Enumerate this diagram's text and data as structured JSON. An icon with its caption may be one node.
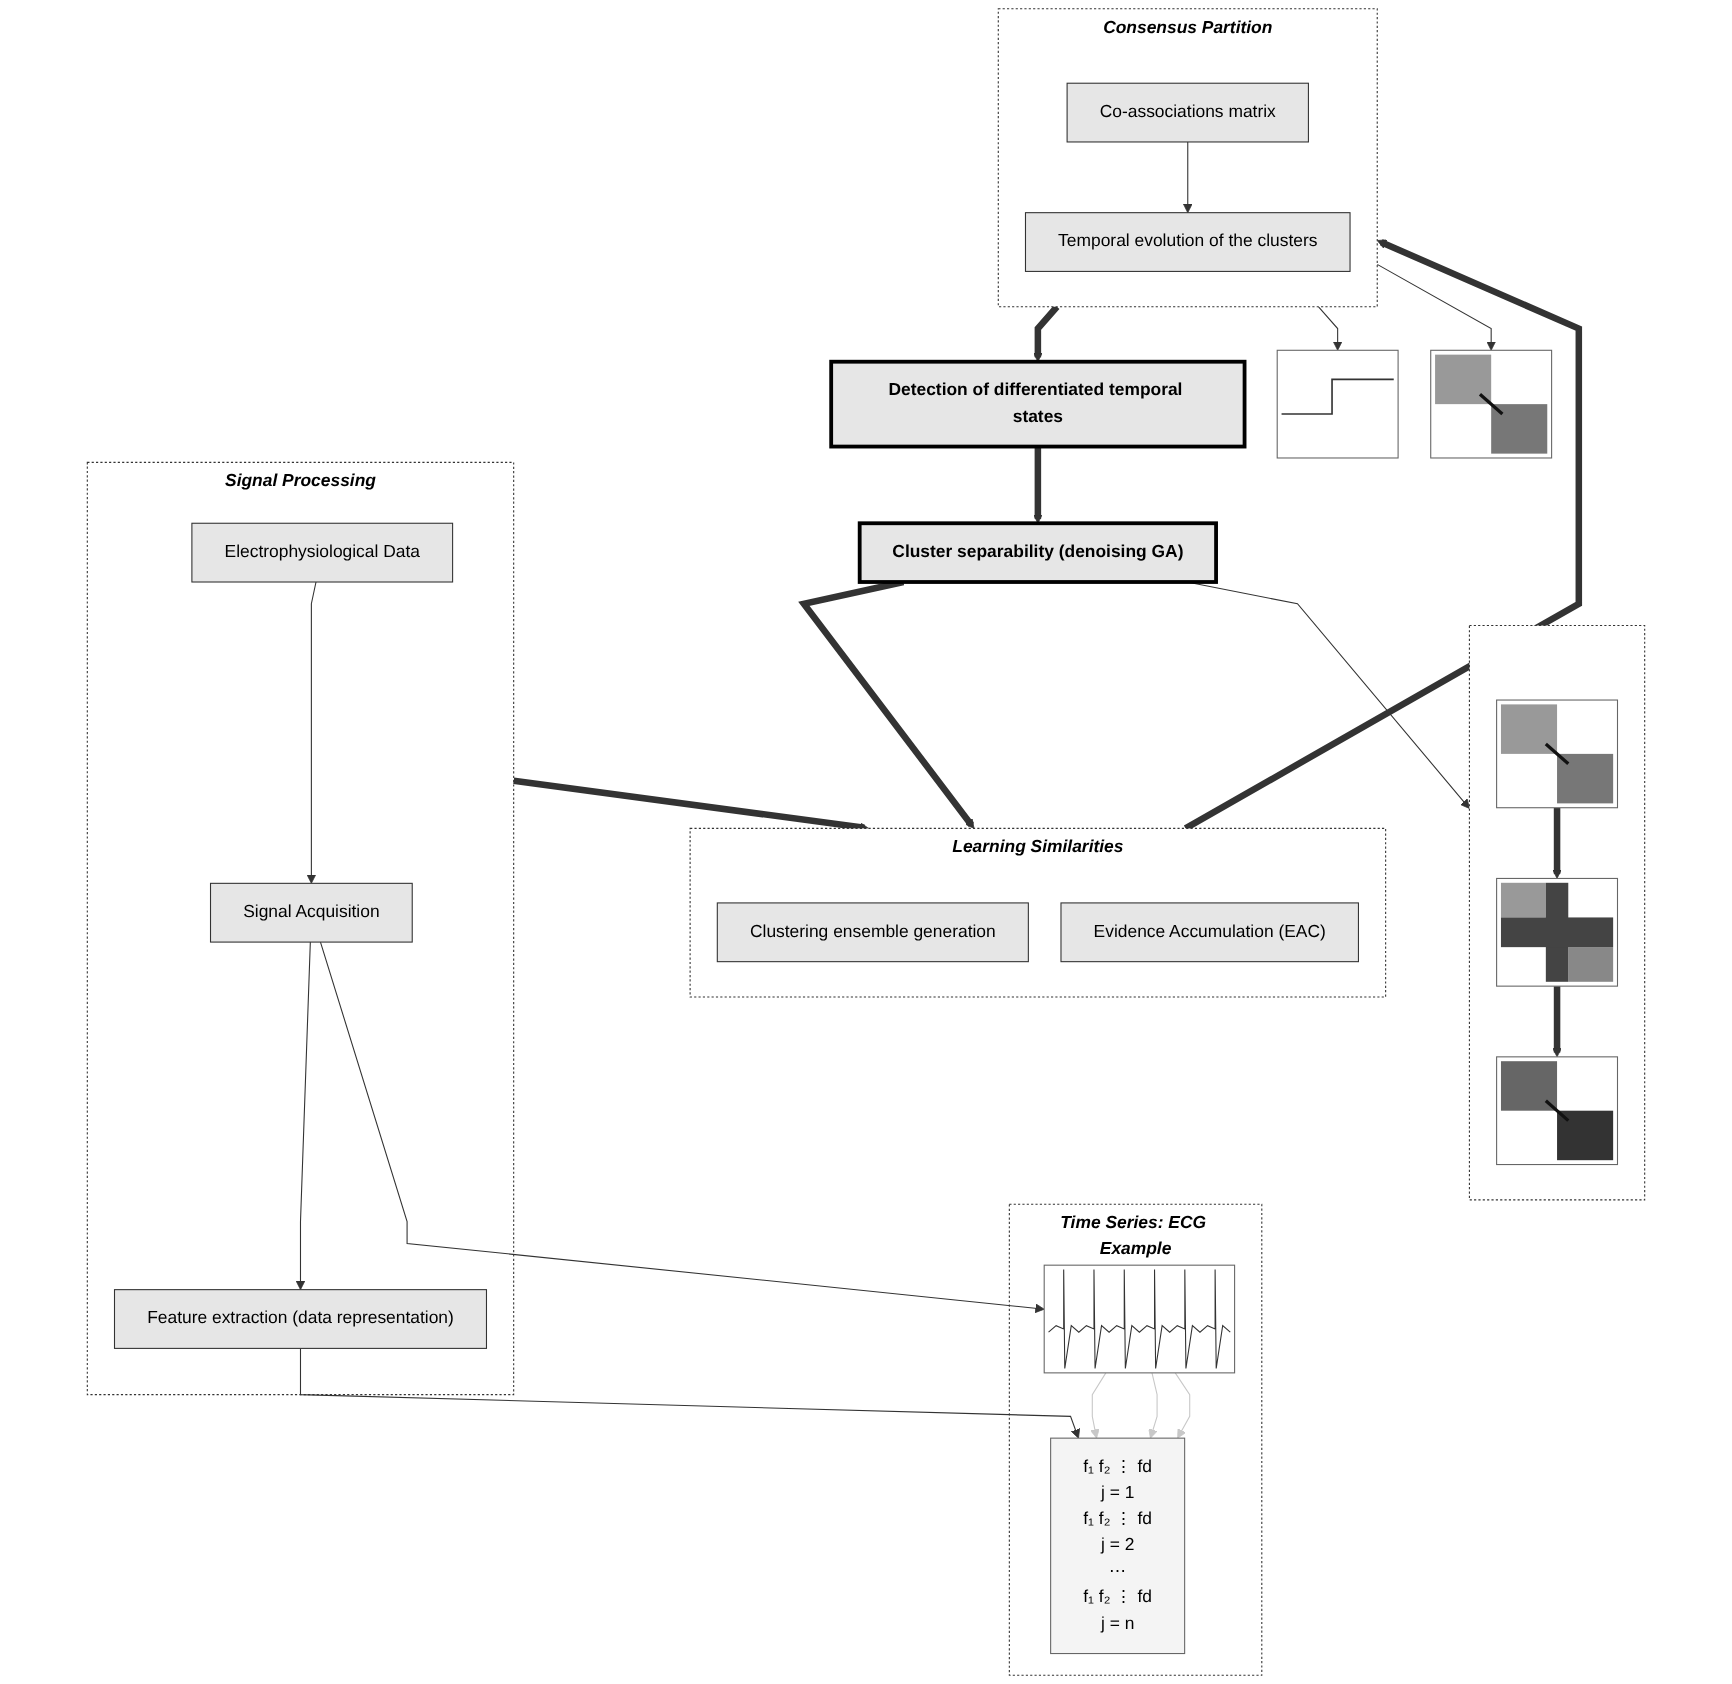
{
  "diagram": {
    "nodes": [
      {
        "text": [
          "Time Series: ECG Example"
        ]
      },
      {
        "text": [],
        "shape": "picture",
        "in": 0
      },
      {
        "text": [
          "f₁ f₂ ⋮ fd",
          "j = 1",
          "f₁ f₂ ⋮ fd",
          "j = 2",
          "⋯",
          "f₁ f₂ ⋮ fd",
          "j = n"
        ],
        "in": 0
      },
      {
        "text": [
          "Signal Processing"
        ]
      },
      {
        "text": [
          "Electrophysiological Data"
        ],
        "in": 3
      },
      {
        "text": [
          "Signal Acquisition"
        ],
        "in": 3
      },
      {
        "text": [
          "Feature extraction (data representation)"
        ],
        "in": 3
      },
      {
        "text": [],
        "shape": "box"
      },
      {
        "text": [],
        "shape": "picture",
        "in": 7
      },
      {
        "text": [],
        "shape": "picture",
        "in": 7
      },
      {
        "text": [],
        "shape": "picture",
        "in": 7
      },
      {
        "text": [
          "Learning Similarities"
        ]
      },
      {
        "text": [
          "Clustering ensemble generation"
        ],
        "in": 11
      },
      {
        "text": [
          "Evidence Accumulation (EAC)"
        ],
        "in": 11
      },
      {
        "text": [
          "Cluster separability (denoising GA)"
        ]
      },
      {
        "text": [
          "Detection of differentiated temporal states"
        ]
      },
      {
        "text": [],
        "shape": "picture"
      },
      {
        "text": [],
        "shape": "picture"
      },
      {
        "text": [
          "Consensus Partition"
        ]
      },
      {
        "text": [
          "Co-associations matrix"
        ],
        "in": 18
      },
      {
        "text": [
          "Temporal evolution of the clusters"
        ],
        "in": 18
      }
    ],
    "edges": [
      {
        "from": 4,
        "to": 5,
        "arrow": "to"
      },
      {
        "from": 5,
        "to": 6,
        "arrow": "to"
      },
      {
        "from": 5,
        "to": 1,
        "arrow": "to"
      },
      {
        "from": 6,
        "to": 2,
        "arrow": "to"
      },
      {
        "from": 1,
        "to": 2,
        "arrow": "to",
        "color": "#c8c8c8"
      },
      {
        "from": 1,
        "to": 2,
        "arrow": "to",
        "color": "#c8c8c8"
      },
      {
        "from": 1,
        "to": 2,
        "arrow": "to",
        "color": "#c8c8c8"
      },
      {
        "from": 3,
        "to": 11,
        "arrow": "to",
        "style": "thick"
      },
      {
        "from": 14,
        "to": 11,
        "arrow": "to",
        "style": "thick"
      },
      {
        "from": 14,
        "to": 7,
        "arrow": "to"
      },
      {
        "from": 8,
        "to": 9,
        "arrow": "to",
        "style": "thick"
      },
      {
        "from": 9,
        "to": 10,
        "arrow": "to",
        "style": "thick"
      },
      {
        "from": 11,
        "to": 18,
        "arrow": "to",
        "style": "thick"
      },
      {
        "from": 18,
        "to": 15,
        "arrow": "to",
        "style": "thick"
      },
      {
        "from": 15,
        "to": 14,
        "arrow": "to",
        "style": "thick"
      },
      {
        "from": 18,
        "to": 16,
        "arrow": "to"
      },
      {
        "from": 18,
        "to": 17,
        "arrow": "to"
      },
      {
        "from": 19,
        "to": 20,
        "arrow": "to"
      }
    ]
  }
}
